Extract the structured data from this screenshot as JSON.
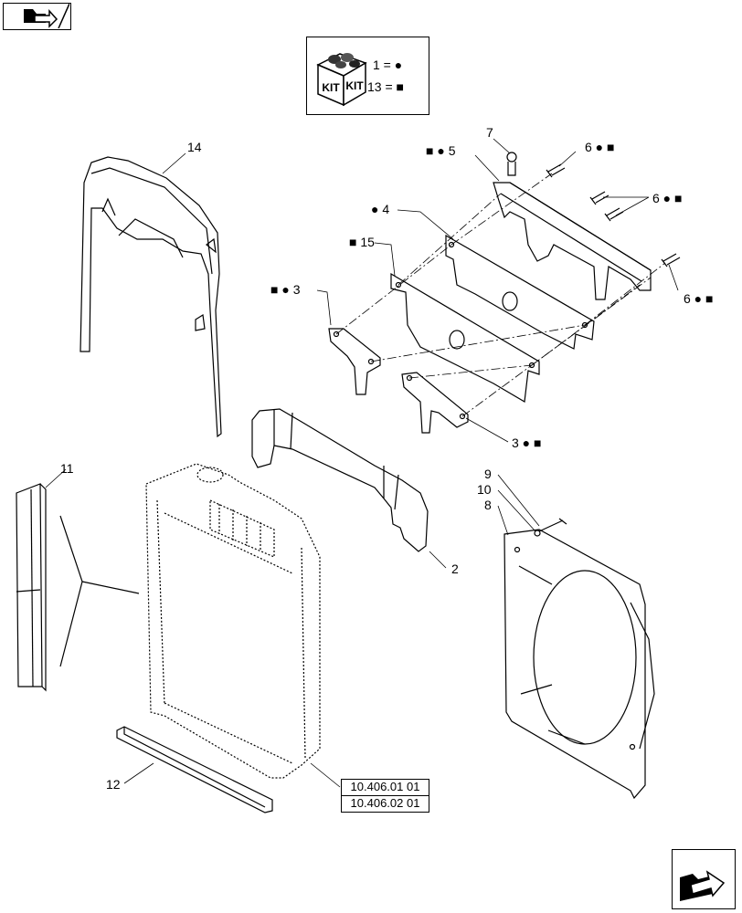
{
  "kit": {
    "icon": "kit-box-icon",
    "box_text_left": "KIT",
    "box_text_right": "KIT",
    "legend": [
      {
        "text": "1 =",
        "symbol": "●"
      },
      {
        "text": "13 =",
        "symbol": "■"
      }
    ]
  },
  "callouts": {
    "c14": "14",
    "c7": "7",
    "c5": "■ ● 5",
    "c6a": "6 ● ■",
    "c6b": "6 ● ■",
    "c6c": "6 ● ■",
    "c4": "● 4",
    "c15": "■ 15",
    "c3a": "■ ● 3",
    "c3b": "3 ● ■",
    "c11": "11",
    "c2": "2",
    "c9": "9",
    "c10": "10",
    "c8": "8",
    "c12": "12"
  },
  "references": {
    "ref1": "10.406.01 01",
    "ref2": "10.406.02 01"
  },
  "navigation": {
    "top_icon": "arrow-back-icon",
    "bottom_icon": "arrow-forward-icon"
  }
}
